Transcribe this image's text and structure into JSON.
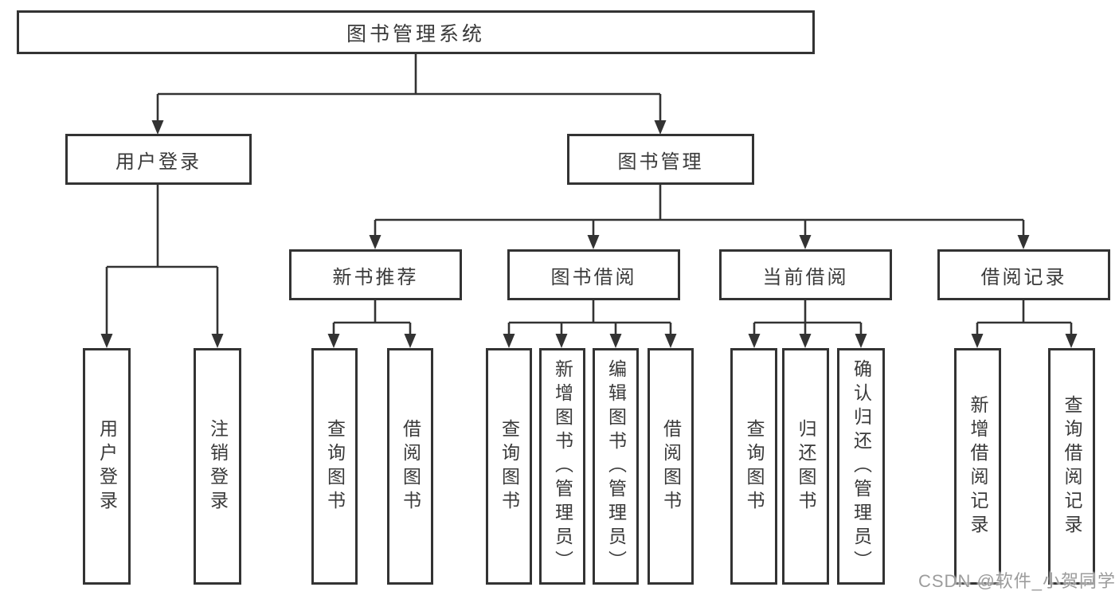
{
  "diagram": {
    "title": "图书管理系统",
    "branches": {
      "user_login": {
        "label": "用户登录",
        "leaves": [
          "用户登录",
          "注销登录"
        ]
      },
      "book_mgmt": {
        "label": "图书管理",
        "sections": [
          {
            "label": "新书推荐",
            "leaves": [
              "查询图书",
              "借阅图书"
            ]
          },
          {
            "label": "图书借阅",
            "leaves": [
              "查询图书",
              "新增图书（管理员）",
              "编辑图书（管理员）",
              "借阅图书"
            ]
          },
          {
            "label": "当前借阅",
            "leaves": [
              "查询图书",
              "归还图书",
              "确认归还（管理员）"
            ]
          },
          {
            "label": "借阅记录",
            "leaves": [
              "新增借阅记录",
              "查询借阅记录"
            ]
          }
        ]
      }
    }
  },
  "watermark": {
    "text": "CSDN @软件_小贺同学"
  },
  "colors": {
    "line": "#333333",
    "box_border": "#333333",
    "label_text": "#3a3a3a",
    "watermark_text": "#9c9c9c",
    "background": "#ffffff"
  }
}
